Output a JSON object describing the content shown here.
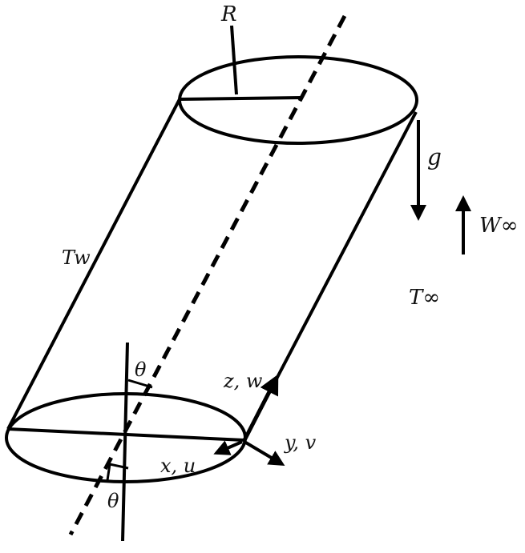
{
  "diagram": {
    "type": "physical-schematic",
    "subject": "inclined cylinder with coordinate system",
    "labels": {
      "radius": "R",
      "gravity": "g",
      "free_stream_velocity": "W∞",
      "ambient_temperature": "T∞",
      "wall_temperature": "Tw",
      "angle_top": "θ",
      "angle_bottom": "θ",
      "axis_z": "z, w",
      "axis_y": "y, v",
      "axis_x": "x, u"
    },
    "colors": {
      "stroke": "#000000",
      "background": "#ffffff"
    }
  }
}
